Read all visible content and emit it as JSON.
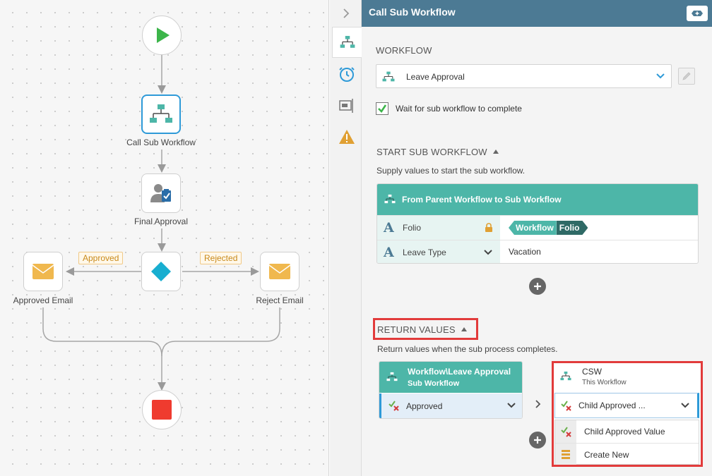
{
  "canvas": {
    "nodes": {
      "call_sub_workflow": "Call Sub Workflow",
      "final_approval": "Final Approval",
      "approved_email": "Approved Email",
      "reject_email": "Reject Email"
    },
    "line_labels": {
      "approved": "Approved",
      "rejected": "Rejected"
    }
  },
  "panel": {
    "title": "Call Sub Workflow",
    "workflow_section": {
      "title": "WORKFLOW",
      "selected": "Leave Approval",
      "wait_label": "Wait for sub workflow to complete",
      "wait_checked": true
    },
    "start_section": {
      "title": "START SUB WORKFLOW",
      "description": "Supply values to start the sub workflow.",
      "card_title": "From Parent Workflow to Sub Workflow",
      "rows": [
        {
          "field": "Folio",
          "value_part1": "Workflow",
          "value_part2": "Folio"
        },
        {
          "field": "Leave Type",
          "value": "Vacation"
        }
      ]
    },
    "return_section": {
      "title": "RETURN VALUES",
      "description": "Return values when the sub process completes.",
      "source": {
        "title": "Workflow\\Leave Approval",
        "subtitle": "Sub Workflow",
        "row_label": "Approved"
      },
      "destination": {
        "title": "CSW",
        "subtitle": "This Workflow",
        "selected": "Child Approved ...",
        "options": [
          "Child Approved Value",
          "Create New"
        ]
      }
    }
  },
  "colors": {
    "header": "#4c7a94",
    "teal": "#4db6a8",
    "selected_border": "#2e9ad8",
    "highlight_box": "#e23b3b",
    "start_node": "#3cb54a",
    "end_node": "#ef3b2f"
  }
}
